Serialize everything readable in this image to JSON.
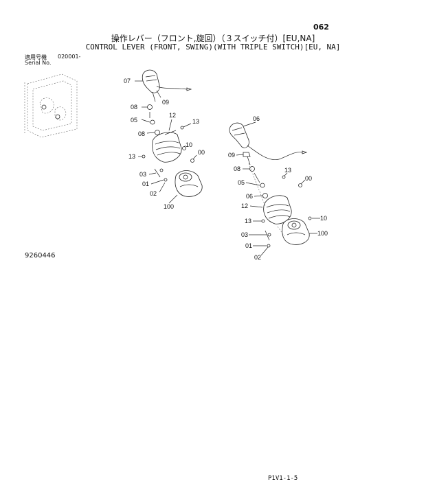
{
  "header": {
    "page_number": "062",
    "title_jp": "操作レバー（フロント,旋回）（３スイッチ付）[EU,NA]",
    "title_en": "CONTROL LEVER (FRONT, SWING)(WITH TRIPLE SWITCH)[EU, NA]",
    "serial_label_jp": "適用号機",
    "serial_range": "020001-",
    "serial_label_en": "Serial No."
  },
  "figure_code": "9260446",
  "footer_code": "P1V1-1-5",
  "part_labels": {
    "left_07": "07",
    "left_09": "09",
    "left_08a": "08",
    "left_05": "05",
    "left_08b": "08",
    "left_12": "12",
    "left_13a": "13",
    "left_13b": "13",
    "left_10": "10",
    "left_00": "00",
    "left_03": "03",
    "left_01": "01",
    "left_02": "02",
    "left_100": "100",
    "right_06a": "06",
    "right_09": "09",
    "right_08": "08",
    "right_13a": "13",
    "right_00": "00",
    "right_05": "05",
    "right_06b": "06",
    "right_12": "12",
    "right_10": "10",
    "right_13b": "13",
    "right_100": "100",
    "right_03": "03",
    "right_01": "01",
    "right_02": "02"
  }
}
